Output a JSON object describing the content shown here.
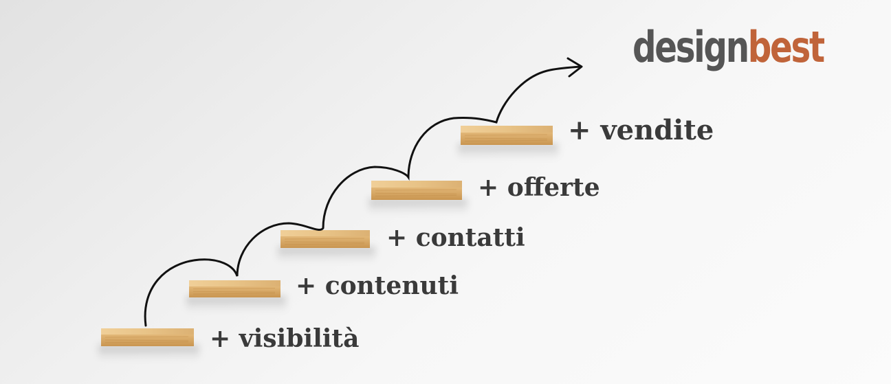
{
  "logo": {
    "part_a": "design",
    "part_b": "best",
    "colors": {
      "part_a": "#555555",
      "part_b": "#c0643a"
    }
  },
  "steps": [
    {
      "label": "+ visibilità"
    },
    {
      "label": "+ contenuti"
    },
    {
      "label": "+ contatti"
    },
    {
      "label": "+ offerte"
    },
    {
      "label": "+ vendite"
    }
  ],
  "colors": {
    "wood_light": "#e9c48a",
    "wood_dark": "#c8974f",
    "label_text": "#3a3a3a",
    "arrow": "#111111"
  },
  "icons": {
    "arrow": "curved-jump-arrow-icon"
  }
}
